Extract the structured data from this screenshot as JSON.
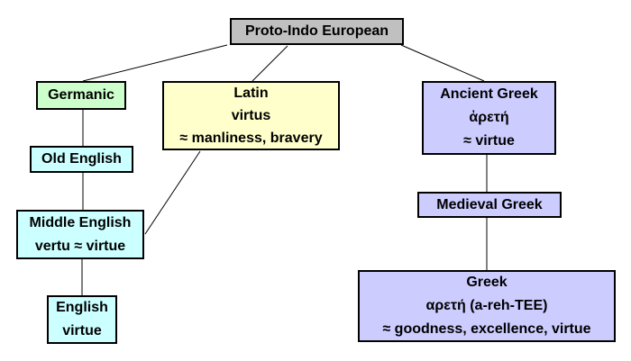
{
  "diagram": {
    "description": "Etymology tree of the word virtue",
    "colors": {
      "background": "#ffffff",
      "border": "#000000",
      "proto": "#c0c0c0",
      "germanic": "#ccffcc",
      "latin": "#ffffcc",
      "greek": "#ccccff",
      "english": "#ccffff"
    },
    "nodes": {
      "proto_indo_european": {
        "lines": [
          "Proto-Indo European"
        ]
      },
      "germanic": {
        "lines": [
          "Germanic"
        ]
      },
      "latin": {
        "lines": [
          "Latin",
          "virtus",
          "≈ manliness, bravery"
        ]
      },
      "ancient_greek": {
        "lines": [
          "Ancient Greek",
          "ἀρετή",
          "≈ virtue"
        ]
      },
      "old_english": {
        "lines": [
          "Old English"
        ]
      },
      "medieval_greek": {
        "lines": [
          "Medieval Greek"
        ]
      },
      "middle_english": {
        "lines": [
          "Middle English",
          "vertu ≈ virtue"
        ]
      },
      "greek": {
        "lines": [
          "Greek",
          "αρετή (a-reh-TEE)",
          "≈ goodness, excellence, virtue"
        ]
      },
      "english": {
        "lines": [
          "English",
          "virtue"
        ]
      }
    },
    "edges": [
      {
        "from": "Proto-Indo European",
        "to": "Germanic"
      },
      {
        "from": "Proto-Indo European",
        "to": "Latin"
      },
      {
        "from": "Proto-Indo European",
        "to": "Ancient Greek"
      },
      {
        "from": "Germanic",
        "to": "Old English"
      },
      {
        "from": "Old English",
        "to": "Middle English"
      },
      {
        "from": "Latin",
        "to": "Middle English"
      },
      {
        "from": "Middle English",
        "to": "English"
      },
      {
        "from": "Ancient Greek",
        "to": "Medieval Greek"
      },
      {
        "from": "Medieval Greek",
        "to": "Greek"
      }
    ]
  }
}
